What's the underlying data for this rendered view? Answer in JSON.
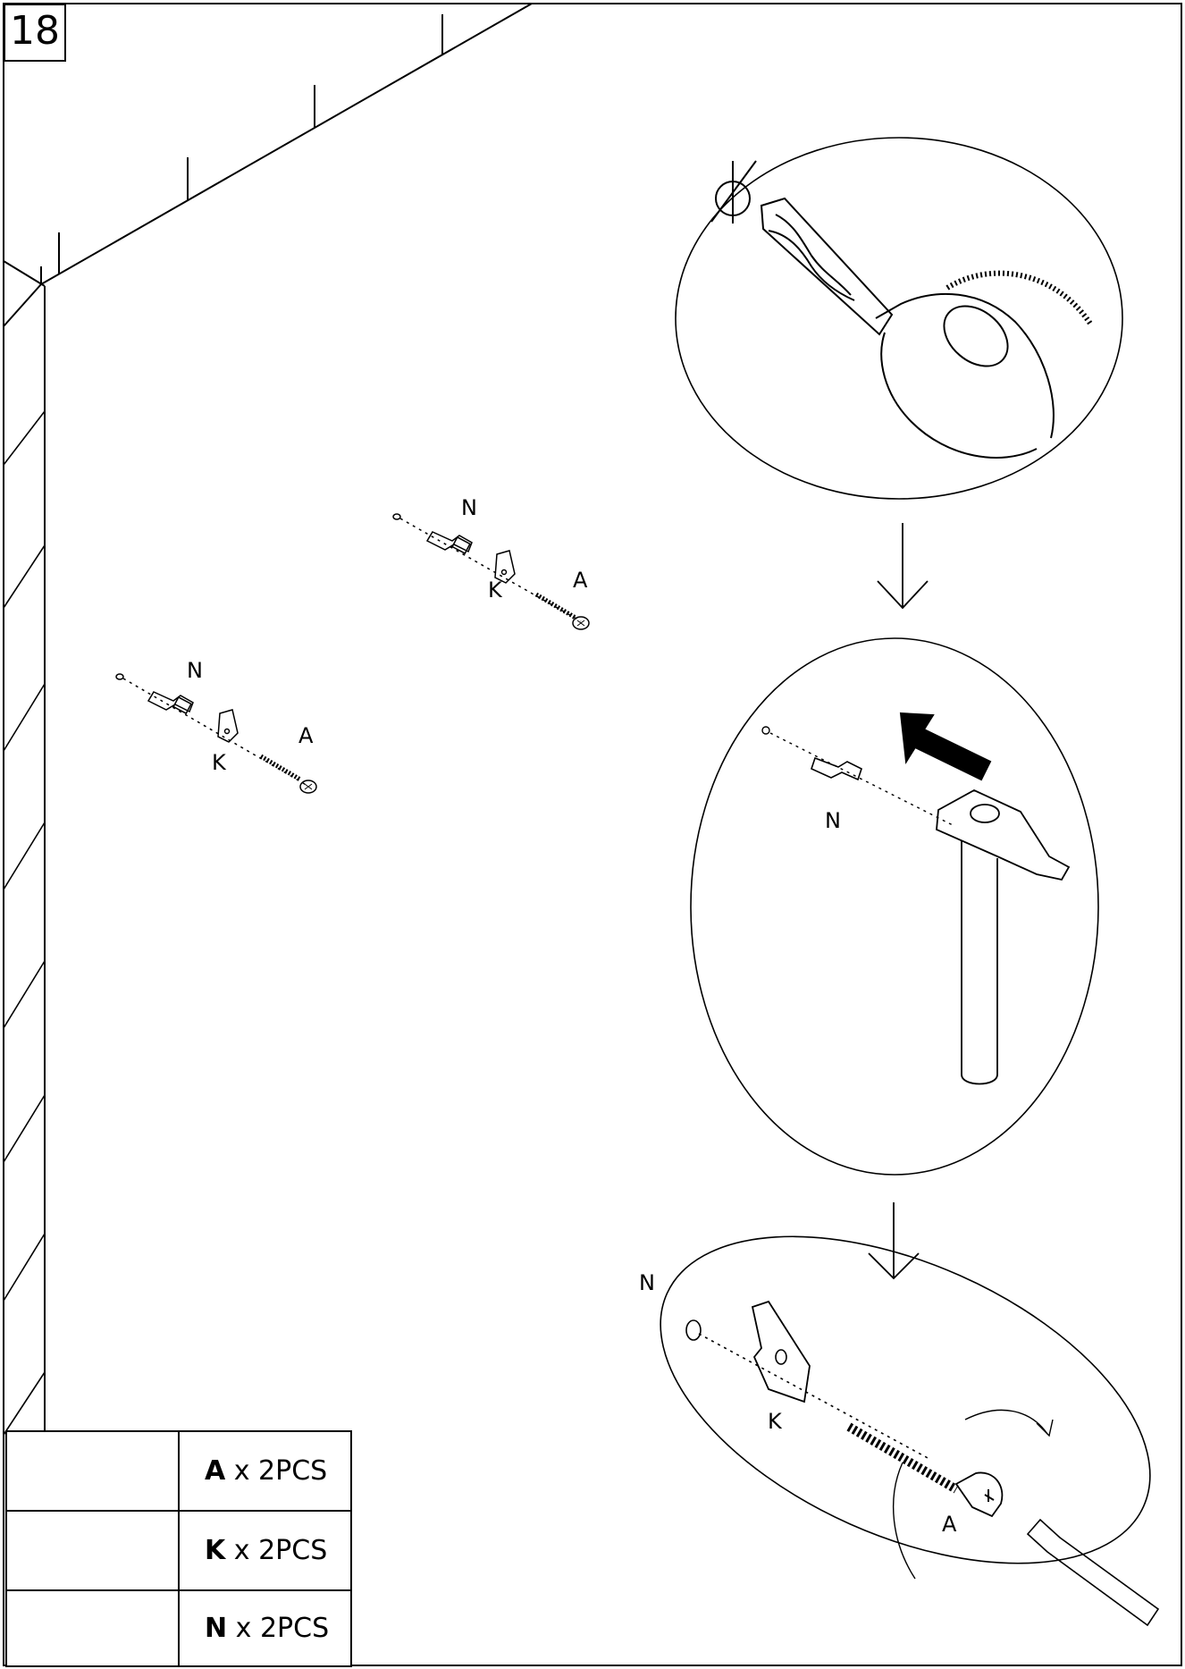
{
  "step": {
    "number": "18"
  },
  "labels": {
    "upper_group": {
      "dowel": "N",
      "bracket": "K",
      "screw": "A"
    },
    "lower_group": {
      "dowel": "N",
      "bracket": "K",
      "screw": "A"
    },
    "hammer_detail": {
      "dowel": "N"
    },
    "fix_detail": {
      "dowel": "N",
      "bracket": "K",
      "screw": "A"
    }
  },
  "icons": {
    "drill": "drill-bit-icon",
    "hammer": "hammer-icon",
    "screwdriver": "screwdriver-icon",
    "arrow": "arrow-down-icon",
    "push": "push-arrow-icon",
    "rotate": "rotate-arrow-icon"
  },
  "parts": [
    {
      "code": "A",
      "qty": "x 2PCS",
      "icon": "screw-icon"
    },
    {
      "code": "K",
      "qty": "x 2PCS",
      "icon": "bracket-icon"
    },
    {
      "code": "N",
      "qty": "x 2PCS",
      "icon": "wall-plug-icon"
    }
  ],
  "colors": {
    "ink": "#000000",
    "paper": "#ffffff"
  }
}
